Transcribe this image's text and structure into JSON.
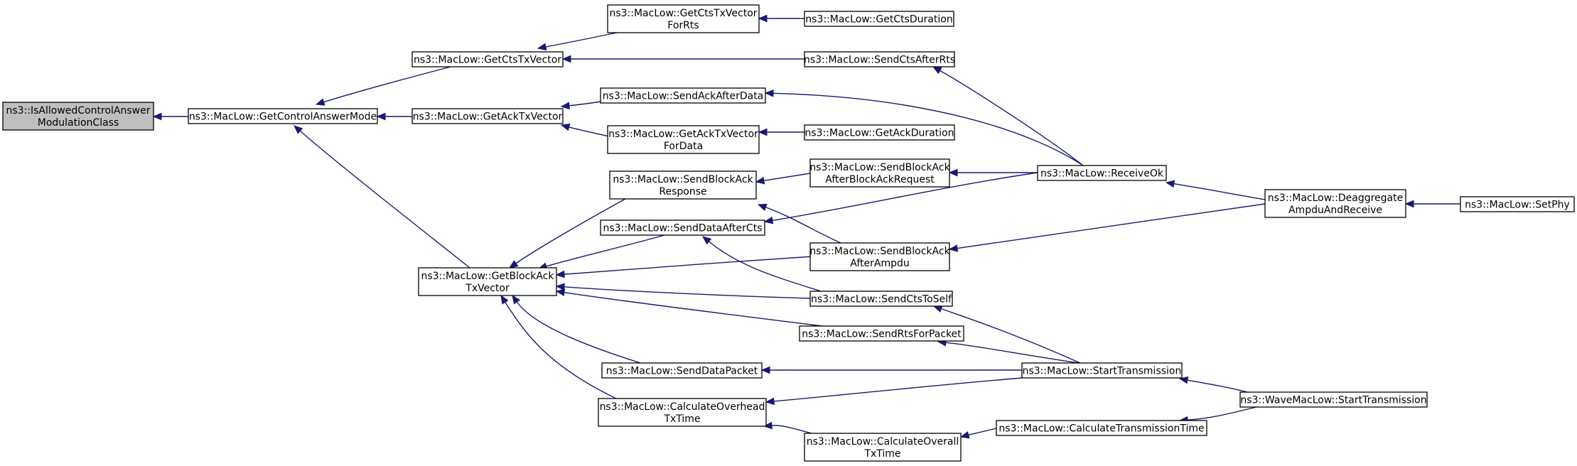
{
  "diagram": {
    "type": "caller-graph",
    "colors": {
      "edge": "#191970",
      "node_fill": "#ffffff",
      "root_fill": "#bfbfbf",
      "node_border": "#000000",
      "text": "#000000"
    },
    "nodes": [
      {
        "id": "isallowed",
        "lines": [
          "ns3::IsAllowedControlAnswer",
          "ModulationClass"
        ],
        "root": true
      },
      {
        "id": "getcontrolanswermode",
        "lines": [
          "ns3::MacLow::GetControlAnswerMode"
        ]
      },
      {
        "id": "getctstxvector",
        "lines": [
          "ns3::MacLow::GetCtsTxVector"
        ]
      },
      {
        "id": "getacktxvector",
        "lines": [
          "ns3::MacLow::GetAckTxVector"
        ]
      },
      {
        "id": "getblockacktxvector",
        "lines": [
          "ns3::MacLow::GetBlockAck",
          "TxVector"
        ]
      },
      {
        "id": "getctstxvectorforrts",
        "lines": [
          "ns3::MacLow::GetCtsTxVector",
          "ForRts"
        ]
      },
      {
        "id": "getctsduration",
        "lines": [
          "ns3::MacLow::GetCtsDuration"
        ]
      },
      {
        "id": "sendctsafterrts",
        "lines": [
          "ns3::MacLow::SendCtsAfterRts"
        ]
      },
      {
        "id": "sendackafterdata",
        "lines": [
          "ns3::MacLow::SendAckAfterData"
        ]
      },
      {
        "id": "getacktxvectorfordata",
        "lines": [
          "ns3::MacLow::GetAckTxVector",
          "ForData"
        ]
      },
      {
        "id": "getackduration",
        "lines": [
          "ns3::MacLow::GetAckDuration"
        ]
      },
      {
        "id": "sendblockackresponse",
        "lines": [
          "ns3::MacLow::SendBlockAck",
          "Response"
        ]
      },
      {
        "id": "senddataaftercts",
        "lines": [
          "ns3::MacLow::SendDataAfterCts"
        ]
      },
      {
        "id": "sendblockackafterbar",
        "lines": [
          "ns3::MacLow::SendBlockAck",
          "AfterBlockAckRequest"
        ]
      },
      {
        "id": "sendblockackafterampdu",
        "lines": [
          "ns3::MacLow::SendBlockAck",
          "AfterAmpdu"
        ]
      },
      {
        "id": "sendctstoself",
        "lines": [
          "ns3::MacLow::SendCtsToSelf"
        ]
      },
      {
        "id": "sendrtsforpacket",
        "lines": [
          "ns3::MacLow::SendRtsForPacket"
        ]
      },
      {
        "id": "senddatapacket",
        "lines": [
          "ns3::MacLow::SendDataPacket"
        ]
      },
      {
        "id": "calculateoverheadtxtime",
        "lines": [
          "ns3::MacLow::CalculateOverhead",
          "TxTime"
        ]
      },
      {
        "id": "calculateoveralltxtime",
        "lines": [
          "ns3::MacLow::CalculateOverall",
          "TxTime"
        ]
      },
      {
        "id": "receiveok",
        "lines": [
          "ns3::MacLow::ReceiveOk"
        ]
      },
      {
        "id": "starttransmission",
        "lines": [
          "ns3::MacLow::StartTransmission"
        ]
      },
      {
        "id": "calculatetransmissiontime",
        "lines": [
          "ns3::MacLow::CalculateTransmissionTime"
        ]
      },
      {
        "id": "deaggregateampdu",
        "lines": [
          "ns3::MacLow::Deaggregate",
          "AmpduAndReceive"
        ]
      },
      {
        "id": "wavestarttransmission",
        "lines": [
          "ns3::WaveMacLow::StartTransmission"
        ]
      },
      {
        "id": "setphy",
        "lines": [
          "ns3::MacLow::SetPhy"
        ]
      }
    ],
    "edges": [
      {
        "from": "getcontrolanswermode",
        "to": "isallowed"
      },
      {
        "from": "getctstxvector",
        "to": "getcontrolanswermode"
      },
      {
        "from": "getacktxvector",
        "to": "getcontrolanswermode"
      },
      {
        "from": "getblockacktxvector",
        "to": "getcontrolanswermode"
      },
      {
        "from": "getctstxvectorforrts",
        "to": "getctstxvector"
      },
      {
        "from": "sendctsafterrts",
        "to": "getctstxvector"
      },
      {
        "from": "getctsduration",
        "to": "getctstxvectorforrts"
      },
      {
        "from": "receiveok",
        "to": "sendctsafterrts"
      },
      {
        "from": "sendackafterdata",
        "to": "getacktxvector"
      },
      {
        "from": "getacktxvectorfordata",
        "to": "getacktxvector"
      },
      {
        "from": "receiveok",
        "to": "sendackafterdata"
      },
      {
        "from": "getackduration",
        "to": "getacktxvectorfordata"
      },
      {
        "from": "sendblockackresponse",
        "to": "getblockacktxvector"
      },
      {
        "from": "senddataaftercts",
        "to": "getblockacktxvector"
      },
      {
        "from": "sendblockackafterampdu",
        "to": "getblockacktxvector"
      },
      {
        "from": "sendctstoself",
        "to": "getblockacktxvector"
      },
      {
        "from": "sendrtsforpacket",
        "to": "getblockacktxvector"
      },
      {
        "from": "senddatapacket",
        "to": "getblockacktxvector"
      },
      {
        "from": "calculateoverheadtxtime",
        "to": "getblockacktxvector"
      },
      {
        "from": "sendblockackafterbar",
        "to": "sendblockackresponse"
      },
      {
        "from": "sendblockackafterampdu",
        "to": "sendblockackresponse"
      },
      {
        "from": "receiveok",
        "to": "senddataaftercts"
      },
      {
        "from": "sendctstoself",
        "to": "senddataaftercts"
      },
      {
        "from": "receiveok",
        "to": "sendblockackafterbar"
      },
      {
        "from": "deaggregateampdu",
        "to": "sendblockackafterampdu"
      },
      {
        "from": "starttransmission",
        "to": "sendctstoself"
      },
      {
        "from": "starttransmission",
        "to": "sendrtsforpacket"
      },
      {
        "from": "starttransmission",
        "to": "senddatapacket"
      },
      {
        "from": "starttransmission",
        "to": "calculateoverheadtxtime"
      },
      {
        "from": "calculateoveralltxtime",
        "to": "calculateoverheadtxtime"
      },
      {
        "from": "calculatetransmissiontime",
        "to": "calculateoveralltxtime"
      },
      {
        "from": "deaggregateampdu",
        "to": "receiveok"
      },
      {
        "from": "wavestarttransmission",
        "to": "starttransmission"
      },
      {
        "from": "wavestarttransmission",
        "to": "calculatetransmissiontime"
      },
      {
        "from": "setphy",
        "to": "deaggregateampdu"
      }
    ]
  }
}
